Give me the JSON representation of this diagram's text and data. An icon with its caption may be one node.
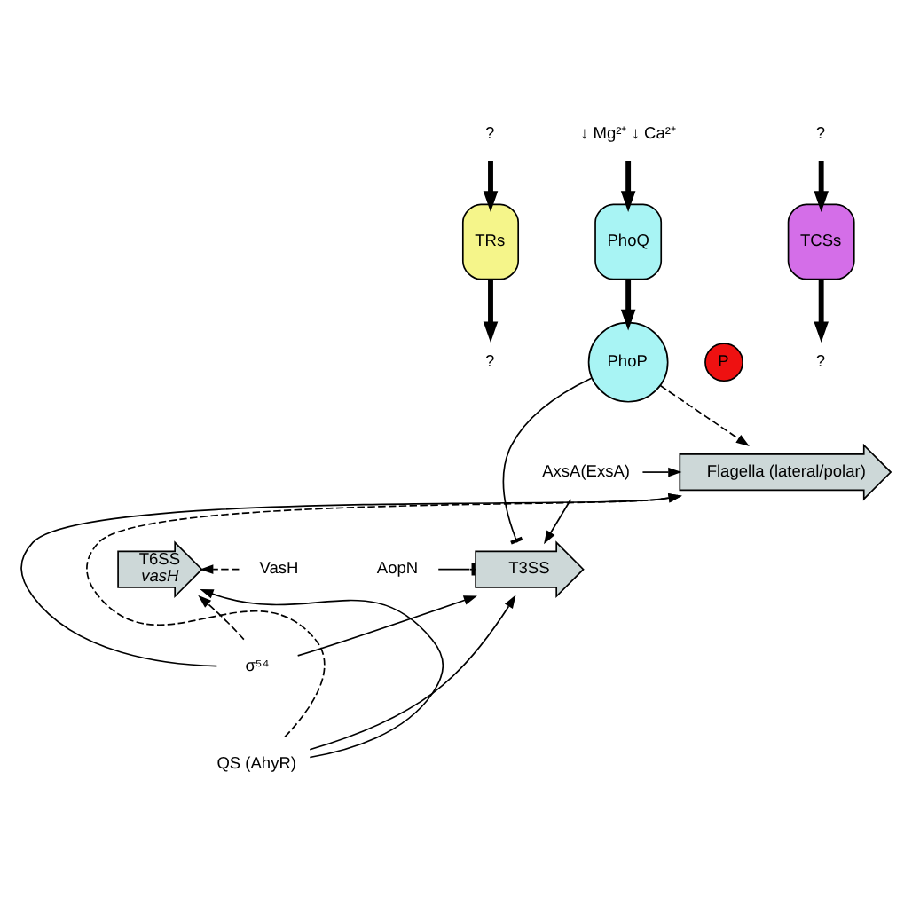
{
  "diagram": {
    "nodes": [
      {
        "text": [
          "?"
        ]
      },
      {
        "text": [
          "↓ Mg²⁺ ↓ Ca²⁺"
        ]
      },
      {
        "text": [
          "?"
        ]
      },
      {
        "text": [
          "TRs"
        ]
      },
      {
        "text": [
          "PhoQ"
        ]
      },
      {
        "text": [
          "TCSs"
        ]
      },
      {
        "text": [
          "?"
        ]
      },
      {
        "text": [
          "PhoP"
        ]
      },
      {
        "text": [
          "P"
        ]
      },
      {
        "text": [
          "?"
        ]
      },
      {
        "text": [
          "Flagella (lateral/polar)"
        ]
      },
      {
        "text": [
          "AxsA(ExsA)"
        ]
      },
      {
        "text": [
          "T6SS",
          "vasH"
        ]
      },
      {
        "text": [
          "VasH"
        ]
      },
      {
        "text": [
          "T3SS"
        ]
      },
      {
        "text": [
          "AopN"
        ]
      },
      {
        "text": [
          "σ⁵⁴"
        ]
      },
      {
        "text": [
          "QS (AhyR)"
        ]
      }
    ],
    "edges": [
      {
        "from": 0,
        "to": 3,
        "arrow": "to",
        "style": "thick"
      },
      {
        "from": 1,
        "to": 4,
        "arrow": "to",
        "style": "thick"
      },
      {
        "from": 2,
        "to": 5,
        "arrow": "to",
        "style": "thick"
      },
      {
        "from": 3,
        "to": 6,
        "arrow": "to",
        "style": "thick"
      },
      {
        "from": 4,
        "to": 7,
        "arrow": "to",
        "style": "thick"
      },
      {
        "from": 5,
        "to": 9,
        "arrow": "to",
        "style": "thick"
      },
      {
        "from": 7,
        "to": 10,
        "arrow": "to",
        "style": "dashed"
      },
      {
        "from": 7,
        "to": 14,
        "arrow": "other"
      },
      {
        "from": 11,
        "to": 10,
        "arrow": "to"
      },
      {
        "from": 11,
        "to": 14,
        "arrow": "to"
      },
      {
        "from": 15,
        "to": 14,
        "arrow": "other"
      },
      {
        "from": 13,
        "to": 12,
        "arrow": "to",
        "style": "dashed"
      },
      {
        "from": 16,
        "to": 12,
        "arrow": "to",
        "style": "dashed"
      },
      {
        "from": 16,
        "to": 10,
        "arrow": "to"
      },
      {
        "from": 16,
        "to": 14,
        "arrow": "to"
      },
      {
        "from": 17,
        "to": 10,
        "arrow": "to",
        "style": "dashed"
      },
      {
        "from": 17,
        "to": 12,
        "arrow": "to"
      },
      {
        "from": 17,
        "to": 14,
        "arrow": "to"
      }
    ]
  }
}
